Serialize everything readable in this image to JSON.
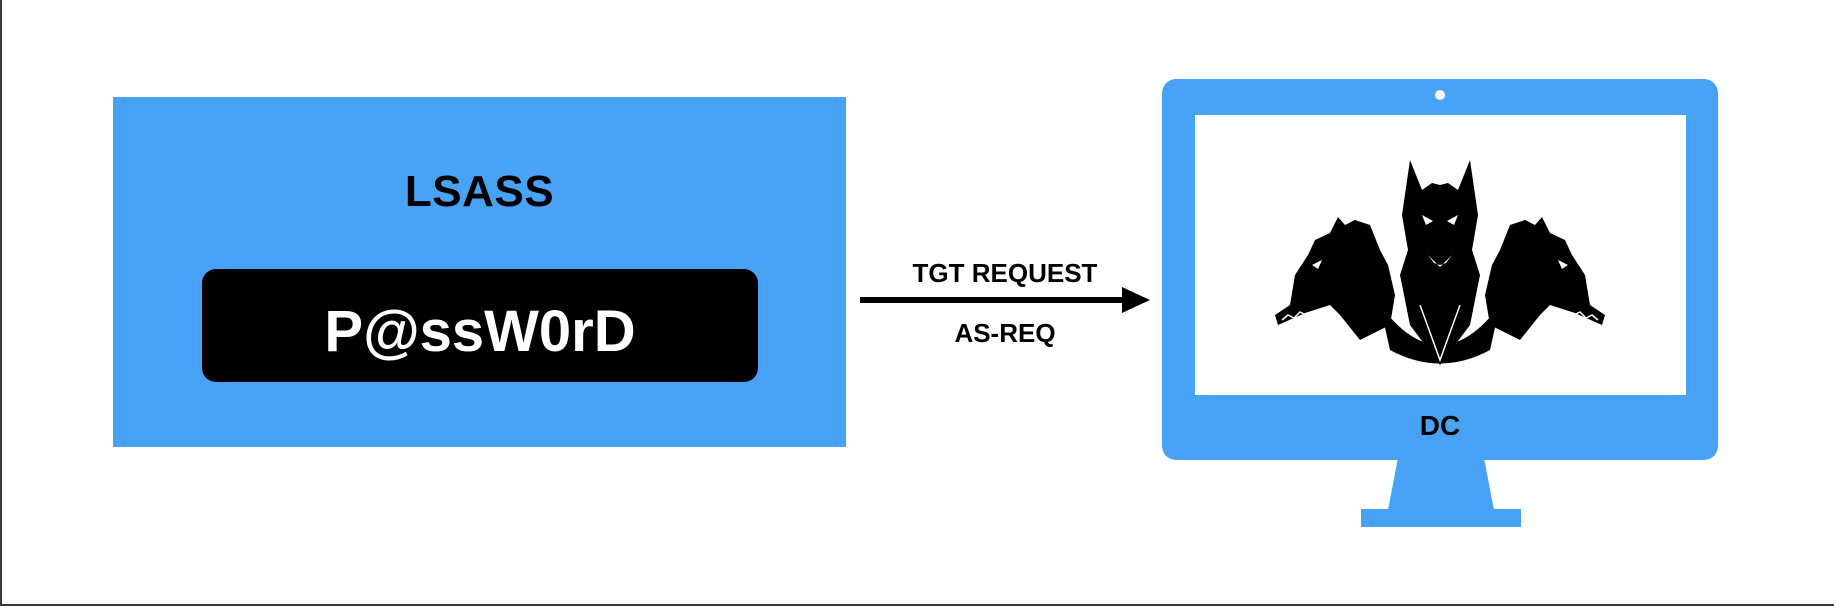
{
  "source": {
    "title": "LSASS",
    "password": "P@ssW0rD"
  },
  "connection": {
    "top_label": "TGT REQUEST",
    "bottom_label": "AS-REQ"
  },
  "target": {
    "label": "DC",
    "screen_icon": "cerberus-icon"
  },
  "colors": {
    "accent": "#48a3f7",
    "dark": "#000000",
    "background": "#ffffff"
  }
}
